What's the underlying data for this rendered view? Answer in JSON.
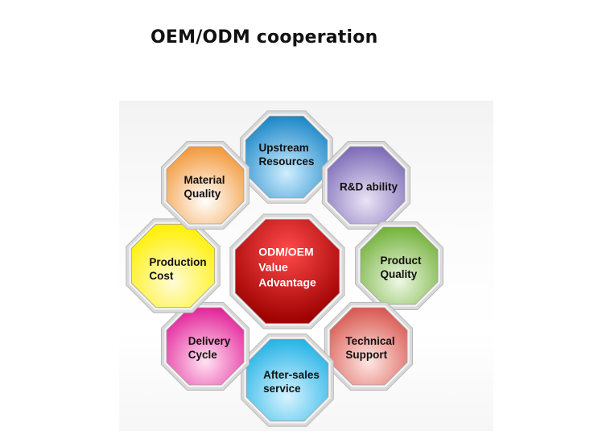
{
  "title": "OEM/ODM cooperation",
  "center": {
    "label": "ODM/OEM\nValue\nAdvantage",
    "color_light": "#ff4a4a",
    "color_dark": "#9c0000"
  },
  "items": [
    {
      "key": "upstream",
      "label": "Upstream\nResources",
      "color_light": "#cfeeff",
      "color_dark": "#1e88c8"
    },
    {
      "key": "rd",
      "label": "R&D ability",
      "color_light": "#e9e4f6",
      "color_dark": "#7e6cb8"
    },
    {
      "key": "product-quality",
      "label": "Product\nQuality",
      "color_light": "#eef7e4",
      "color_dark": "#74b23c"
    },
    {
      "key": "technical-support",
      "label": "Technical\nSupport",
      "color_light": "#ffe6e3",
      "color_dark": "#d85a52"
    },
    {
      "key": "after-sales",
      "label": "After-sales\nservice",
      "color_light": "#d6f3ff",
      "color_dark": "#28b4e6"
    },
    {
      "key": "delivery",
      "label": "Delivery\nCycle",
      "color_light": "#ffe2f2",
      "color_dark": "#e3259a"
    },
    {
      "key": "production-cost",
      "label": "Production\nCost",
      "color_light": "#fffbd8",
      "color_dark": "#fff000"
    },
    {
      "key": "material",
      "label": "Material\nQuality",
      "color_light": "#ffffff",
      "color_dark": "#f39a3c"
    }
  ]
}
